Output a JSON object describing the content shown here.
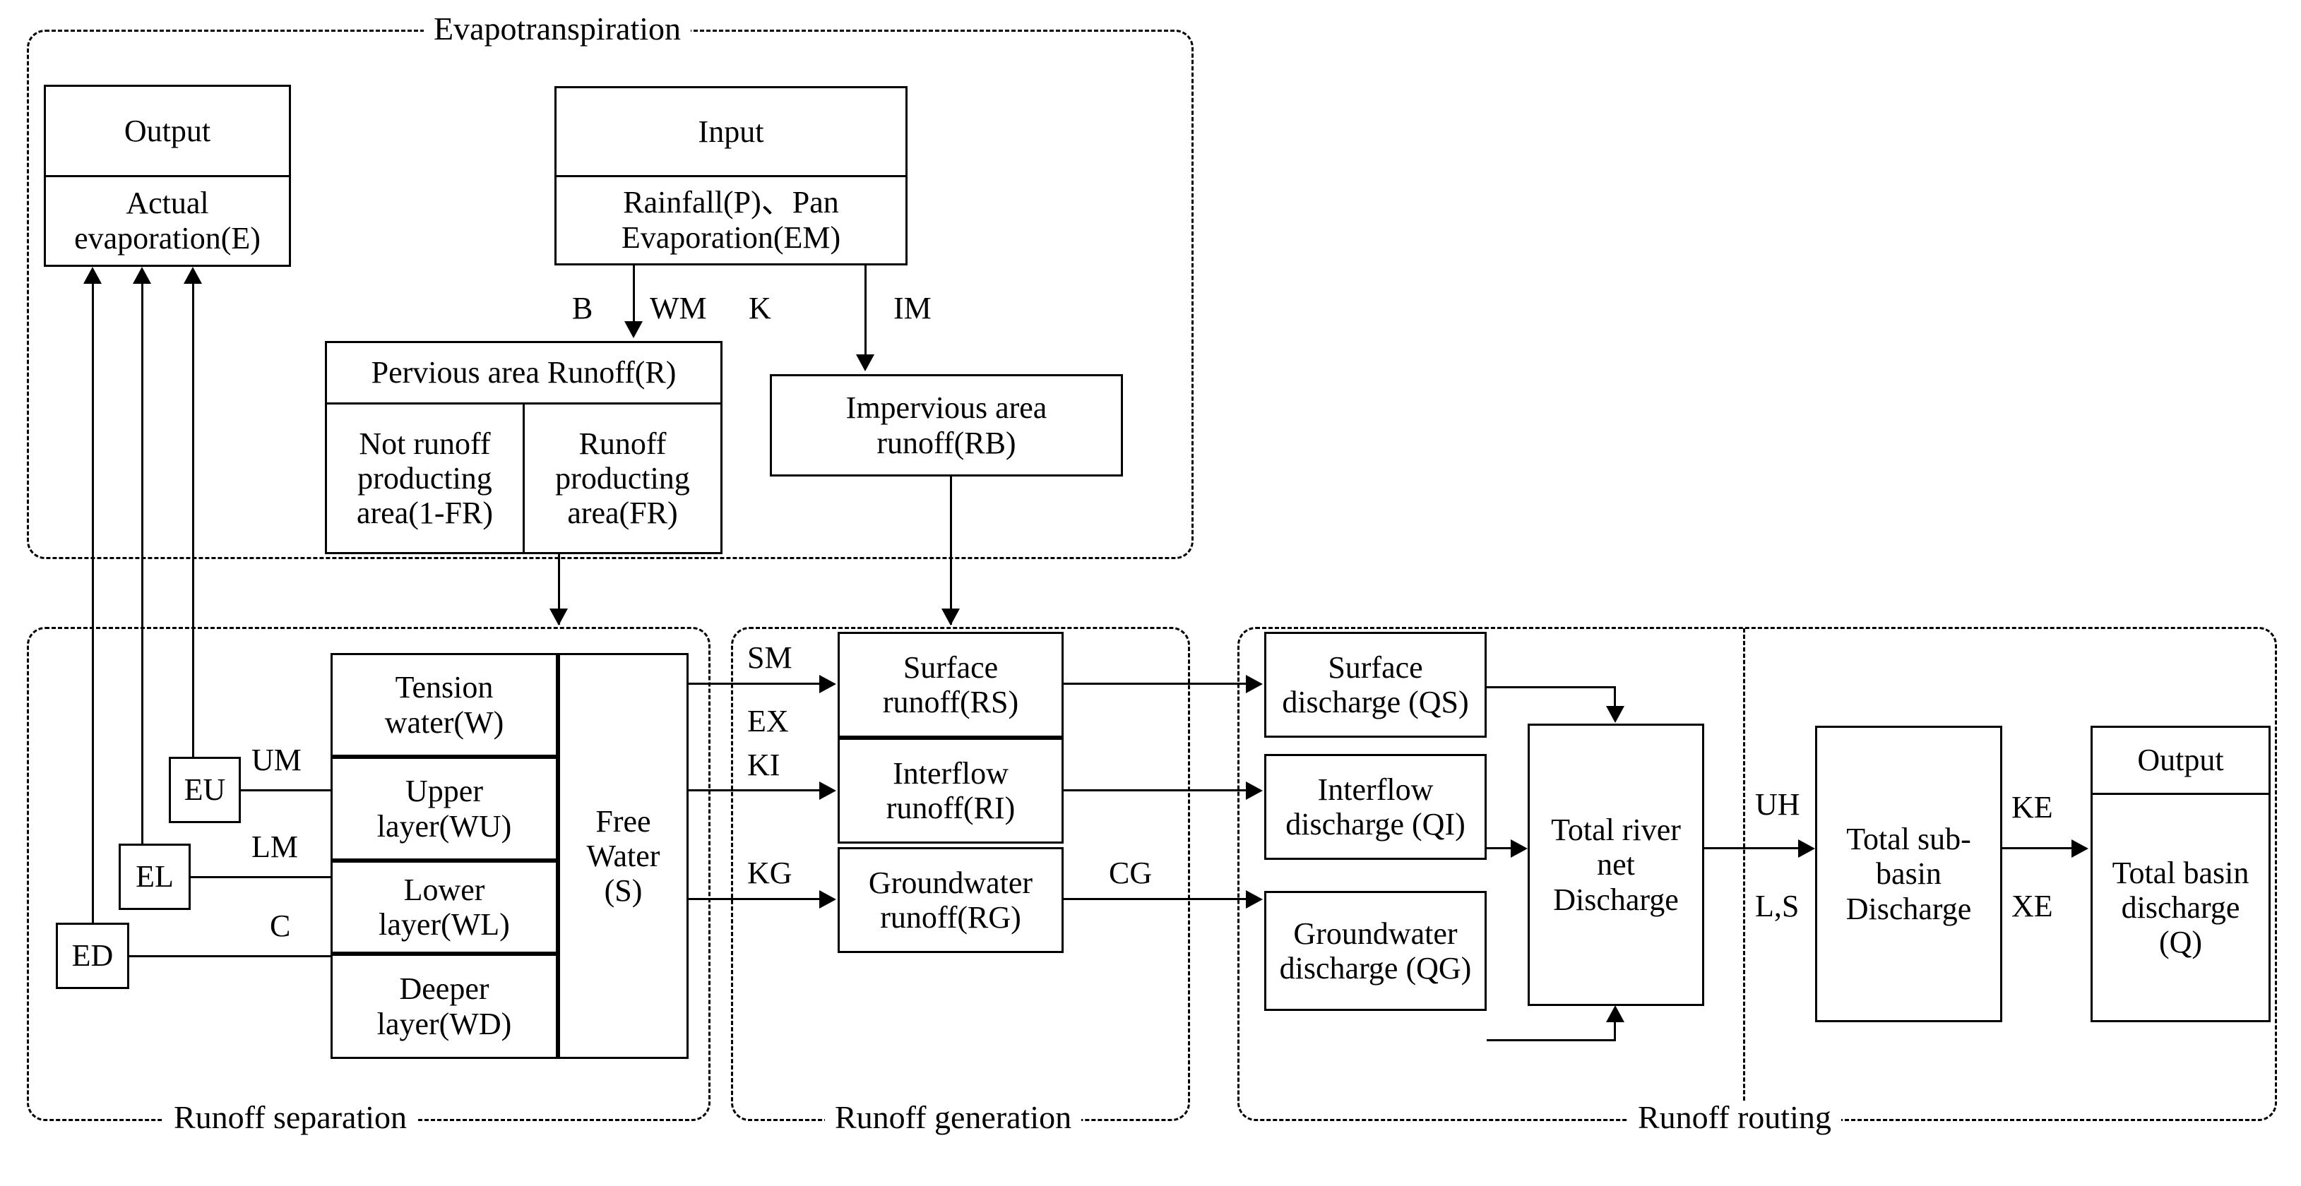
{
  "groups": [
    {
      "key": "evapotranspiration",
      "label": "Evapotranspiration"
    },
    {
      "key": "runoff_separation",
      "label": "Runoff separation"
    },
    {
      "key": "runoff_generation",
      "label": "Runoff generation"
    },
    {
      "key": "runoff_routing",
      "label": "Runoff routing"
    }
  ],
  "boxes": {
    "output_et": {
      "header": "Output",
      "body": "Actual evaporation(E)"
    },
    "input": {
      "header": "Input",
      "body": "Rainfall(P)、Pan Evaporation(EM)"
    },
    "pervious": {
      "header": "Pervious area Runoff(R)",
      "left": "Not runoff producting area(1-FR)",
      "right": "Runoff producting area(FR)"
    },
    "impervious": {
      "body": "Impervious area runoff(RB)"
    },
    "eu": {
      "label": "EU"
    },
    "el": {
      "label": "EL"
    },
    "ed": {
      "label": "ED"
    },
    "tension": {
      "label": "Tension water(W)"
    },
    "upper": {
      "label": "Upper layer(WU)"
    },
    "lower": {
      "label": "Lower layer(WL)"
    },
    "deeper": {
      "label": "Deeper layer(WD)"
    },
    "free_water": {
      "label": "Free Water (S)"
    },
    "rs": {
      "label": "Surface runoff(RS)"
    },
    "ri": {
      "label": "Interflow runoff(RI)"
    },
    "rg": {
      "label": "Groundwater runoff(RG)"
    },
    "qs": {
      "label": "Surface discharge (QS)"
    },
    "qi": {
      "label": "Interflow discharge (QI)"
    },
    "qg": {
      "label": "Groundwater discharge (QG)"
    },
    "total_river": {
      "label": "Total river net Discharge"
    },
    "total_subbasin": {
      "label": "Total sub-basin Discharge"
    },
    "output_q": {
      "header": "Output",
      "body": "Total basin discharge (Q)"
    }
  },
  "parameters": {
    "b": "B",
    "wm": "WM",
    "k": "K",
    "im": "IM",
    "um": "UM",
    "lm": "LM",
    "c": "C",
    "sm": "SM",
    "ex": "EX",
    "ki": "KI",
    "kg": "KG",
    "cg": "CG",
    "uh": "UH",
    "ls": "L,S",
    "ke": "KE",
    "xe": "XE"
  },
  "colors": {
    "stroke": "#000000",
    "background": "#ffffff"
  }
}
